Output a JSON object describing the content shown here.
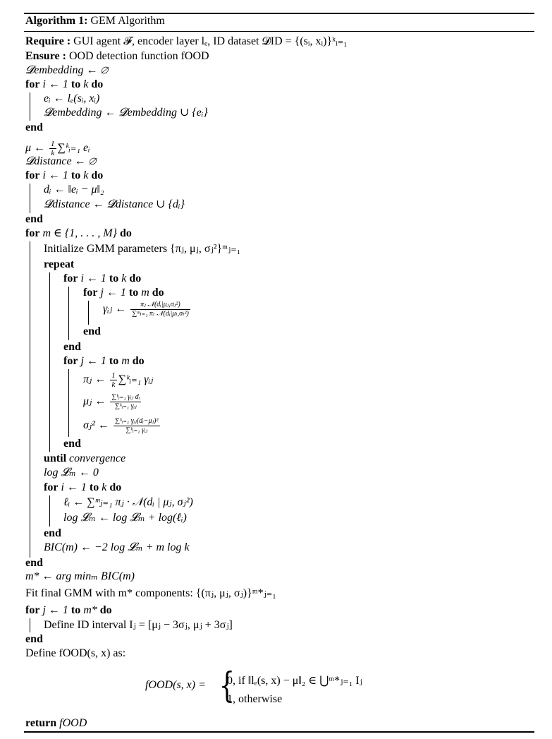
{
  "title": {
    "label": "Algorithm 1:",
    "name": "GEM Algorithm"
  },
  "lines": [
    {
      "id": "require",
      "html_kw": "Require :",
      "text": " GUI agent 𝓕, encoder layer l<sub>e</sub>, ID dataset 𝓓<sub>ID</sub> = {(s<sub>i</sub>, x<sub>i</sub>)}<sup>k</sup><sub>i=1</sub>"
    },
    {
      "id": "ensure",
      "html_kw": "Ensure  :",
      "text": " OOD detection function f<sub>OOD</sub>"
    }
  ],
  "text": {
    "l_require_kw": "Require :",
    "l_require": " GUI agent 𝓕, encoder layer lₑ, ID dataset 𝓓ID = {(sᵢ, xᵢ)}ᵏᵢ₌₁",
    "l_ensure_kw": "Ensure  :",
    "l_ensure": " OOD detection function fOOD",
    "l3": "𝓓embedding ← ∅",
    "l4_kw_for": "for",
    "l4_mid": " i ← 1 ",
    "l4_kw_to": "to",
    "l4_end": " k ",
    "l4_kw_do": "do",
    "l5": "eᵢ ← lₑ(sᵢ, xᵢ)",
    "l6": "𝓓embedding ← 𝓓embedding ∪ {eᵢ}",
    "end": "end",
    "l8": "μ ← ",
    "l8b": "∑ᵏᵢ₌₁ eᵢ",
    "frac_1": "1",
    "frac_k": "k",
    "l9": "𝓓distance ← ∅",
    "l11": "dᵢ ← ‖eᵢ − μ‖₂",
    "l12": "𝓓distance ← 𝓓distance ∪ {dᵢ}",
    "l14_kw_for": "for",
    "l14_mid": " m ∈ {1, . . . , M} ",
    "l15": "Initialize GMM parameters {πⱼ, μⱼ, σⱼ²}ᵐⱼ₌₁",
    "repeat": "repeat",
    "l17_mid": " i ← 1 ",
    "l18_mid": " j ← 1 ",
    "l18_end": " m ",
    "l19_lhs": "γᵢⱼ ← ",
    "l19_num": "πⱼ 𝒩(dᵢ|μⱼ,σⱼ²)",
    "l19_den": "∑ᵐₗ₌₁ πₗ 𝒩(dᵢ|μₗ,σₗ²)",
    "l23_mid": " j ← 1 ",
    "l24_lhs": "πⱼ ← ",
    "l24_rhs": "∑ᵏᵢ₌₁ γᵢⱼ",
    "l25_lhs": "μⱼ ← ",
    "l25_num": "∑ᵏᵢ₌₁ γᵢⱼ dᵢ",
    "l25_den": "∑ᵏᵢ₌₁ γᵢⱼ",
    "l26_lhs": "σⱼ² ← ",
    "l26_num": "∑ᵏᵢ₌₁ γᵢⱼ(dᵢ−μⱼ)²",
    "l26_den": "∑ᵏᵢ₌₁ γᵢⱼ",
    "until_kw": "until",
    "until_text": " convergence",
    "l29": "log 𝓛ₘ ← 0",
    "l31": "ℓᵢ ← ∑ᵐⱼ₌₁ πⱼ · 𝒩(dᵢ | μⱼ, σⱼ²)",
    "l32": "log 𝓛ₘ ← log 𝓛ₘ + log(ℓᵢ)",
    "l34": "BIC(m) ← −2 log 𝓛ₘ + m log k",
    "l36": "m* ← arg minₘ BIC(m)",
    "l37": "Fit final GMM with m* components: {(πⱼ, μⱼ, σⱼ)}ᵐ*ⱼ₌₁",
    "l38_end": " m* ",
    "l39": "Define ID interval Iⱼ = [μⱼ − 3σⱼ,  μⱼ + 3σⱼ]",
    "l41": "Define fOOD(s, x) as:",
    "cases_lhs": "fOOD(s, x) = ",
    "case1": "0,    if ‖lₑ(s, x) − μ‖₂ ∈ ⋃ᵐ*ⱼ₌₁ Iⱼ",
    "case2": "1,    otherwise",
    "return_kw": "return",
    "return_text": " fOOD"
  }
}
